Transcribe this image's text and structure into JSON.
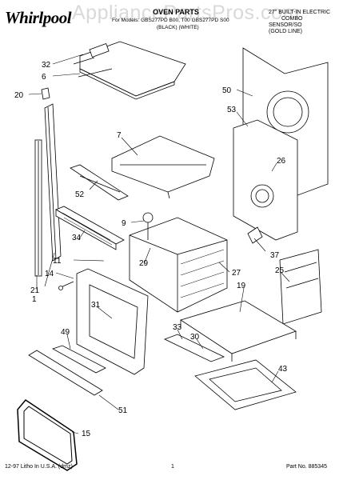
{
  "header": {
    "brand": "Whirlpool",
    "watermark": "AppliancePartsPros.com",
    "title": "OVEN PARTS",
    "models_line": "For Models: GBS277PD B00, T00 GBS277PD S00",
    "colors_line": "(BLACK)   (WHITE)",
    "right_line1": "27\" BUILT-IN ELECTRIC",
    "right_line2": "COMBO",
    "right_line3": "SENSOR/SO",
    "right_line4": "(GOLD LINE)"
  },
  "callouts": [
    "32",
    "6",
    "20",
    "1",
    "7",
    "52",
    "50",
    "53",
    "26",
    "37",
    "9",
    "34",
    "11",
    "14",
    "21",
    "29",
    "27",
    "25",
    "19",
    "31",
    "33",
    "30",
    "49",
    "43",
    "51",
    "15"
  ],
  "footer": {
    "left": "12-97 Litho In U.S.A. (dmz)",
    "center": "1",
    "right": "Part No. 885345"
  }
}
